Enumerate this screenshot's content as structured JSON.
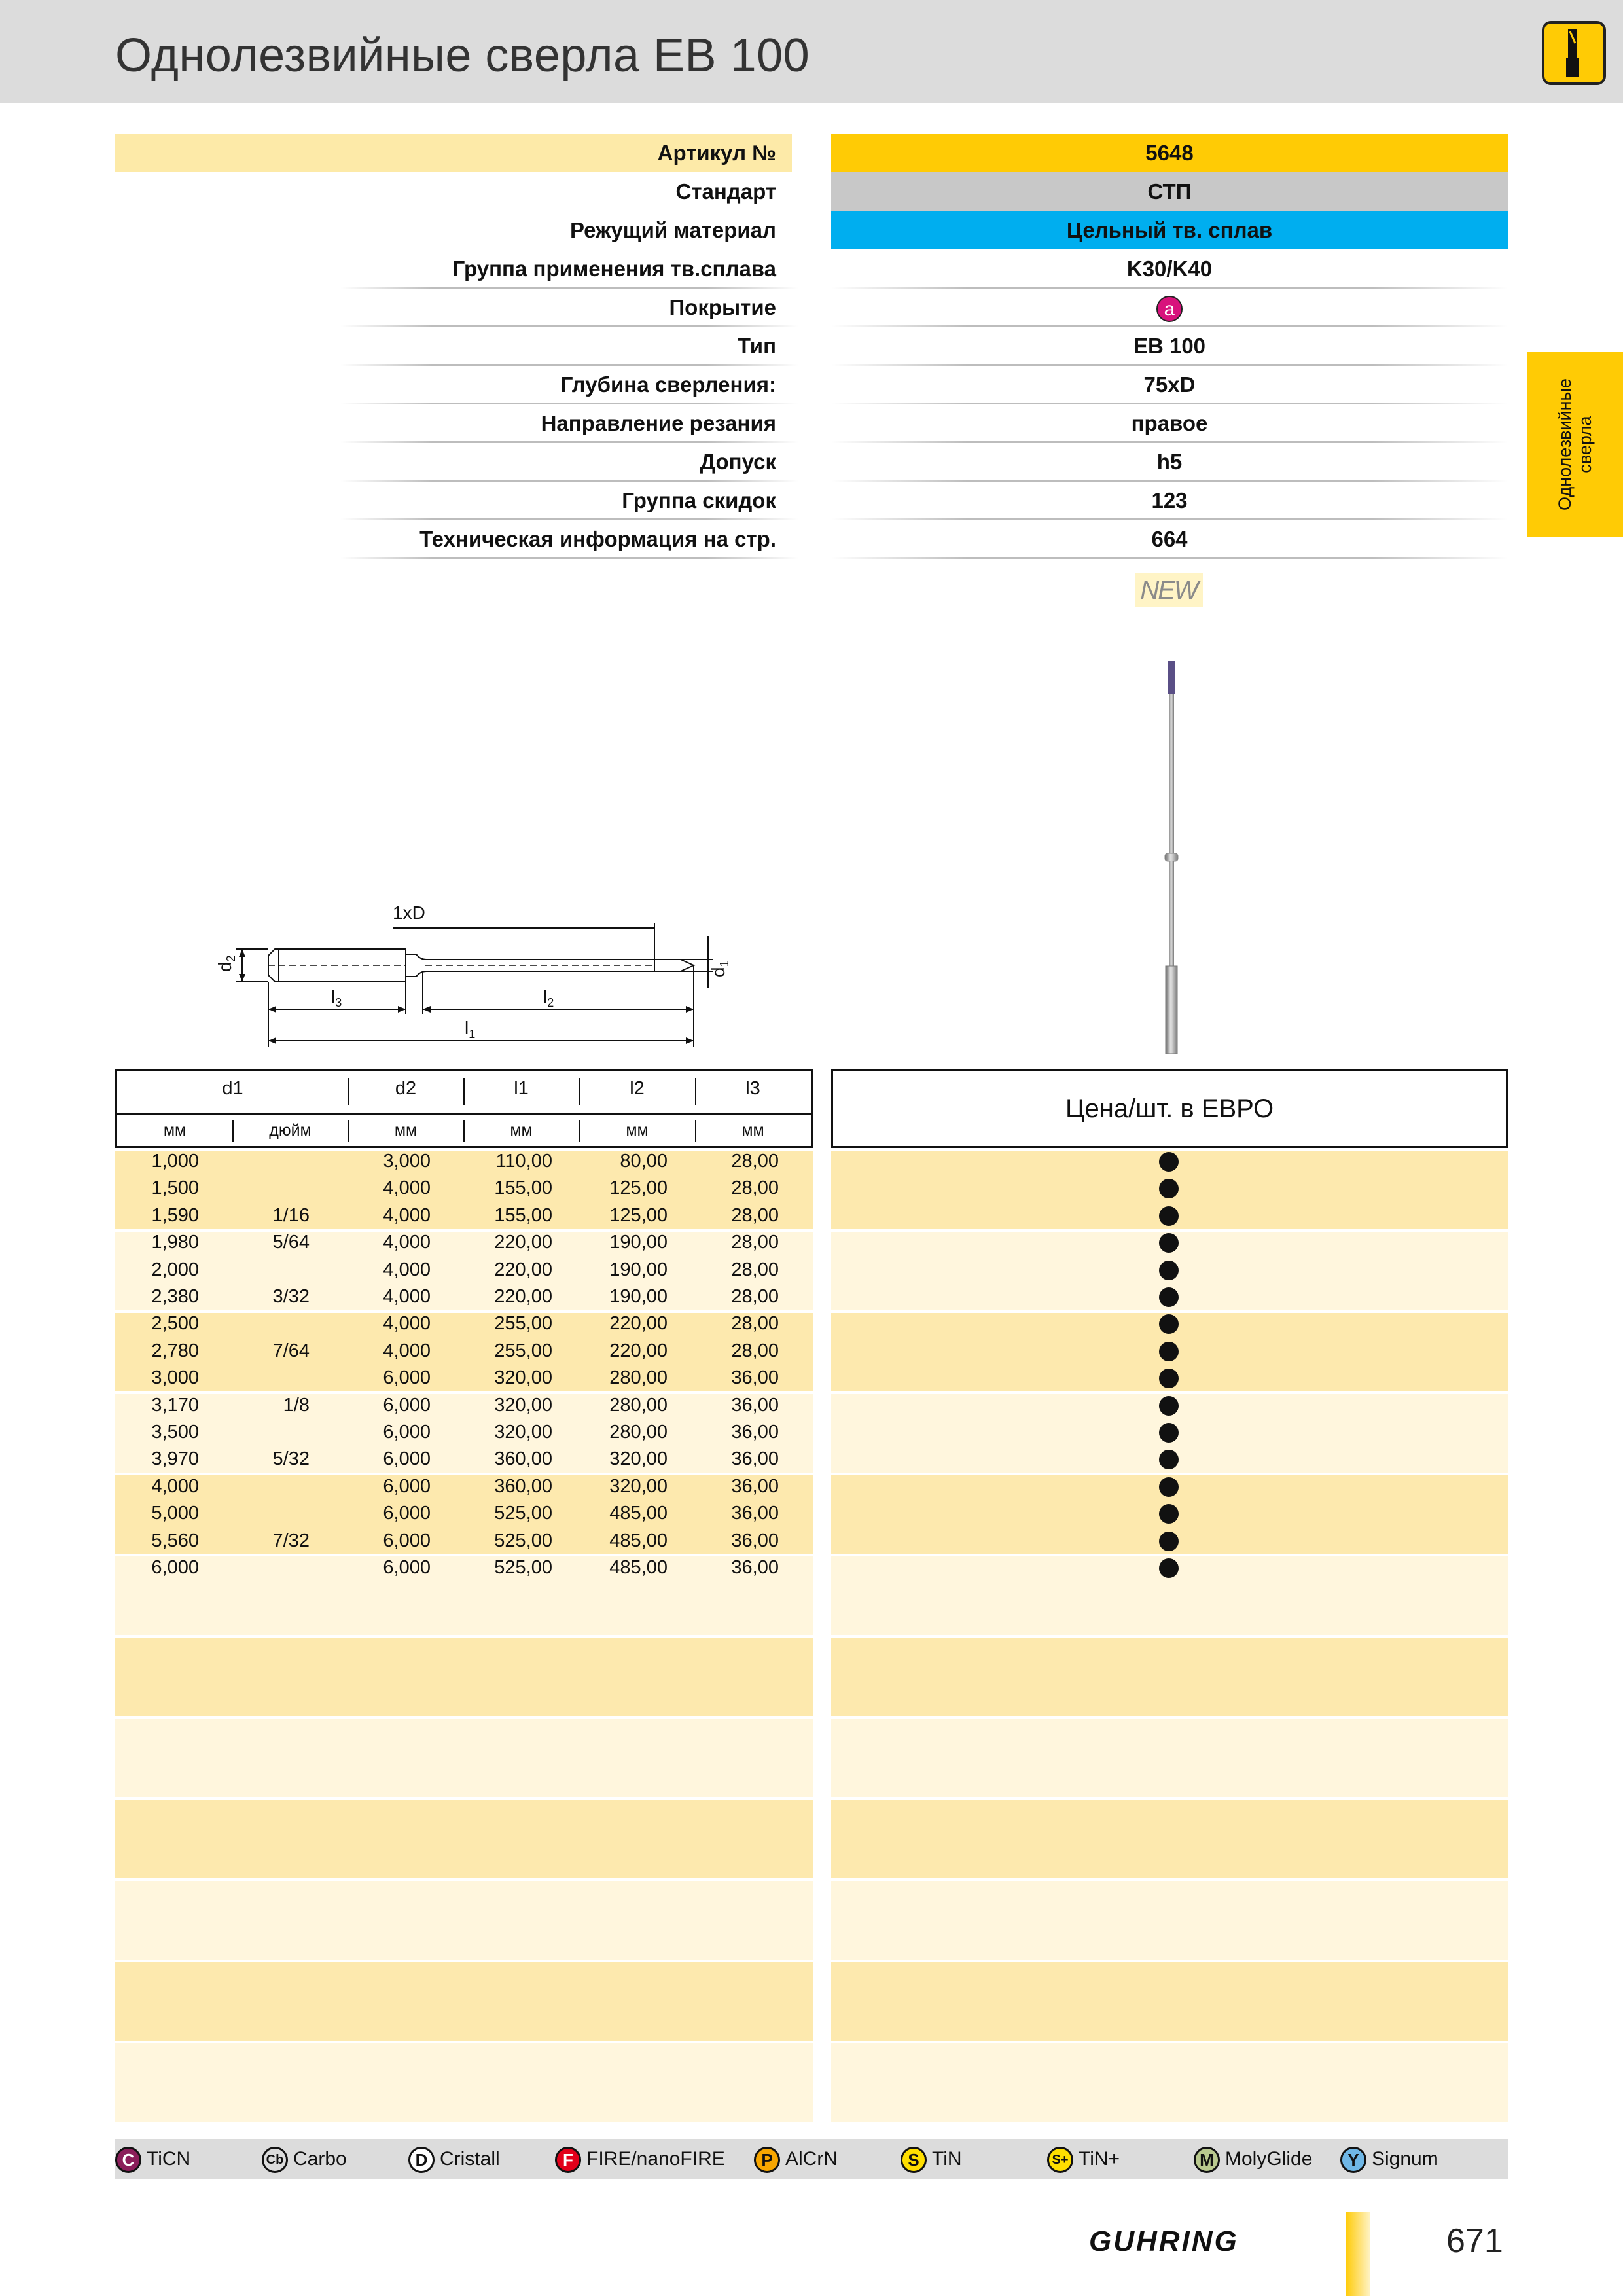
{
  "header": {
    "title": "Однолезвийные сверла ЕВ 100",
    "corner_icon": "drill-category-icon"
  },
  "side_tab": {
    "line1": "Однолезвийные",
    "line2": "сверла"
  },
  "specs": [
    {
      "label": "Артикул №",
      "value": "5648",
      "label_bg": "#fdeaa8",
      "value_bg": "#ffcb05"
    },
    {
      "label": "Стандарт",
      "value": "СТП",
      "label_bg": "",
      "value_bg": "#c8c8c8"
    },
    {
      "label": "Режущий материал",
      "value": "Цельный тв. сплав",
      "label_bg": "",
      "value_bg": "#00aeef"
    },
    {
      "label": "Группа применения тв.сплава",
      "value": "K30/K40",
      "label_bg": "",
      "value_bg": ""
    },
    {
      "label": "Покрытие",
      "value": "a",
      "label_bg": "",
      "value_bg": "",
      "badge": true
    },
    {
      "label": "Тип",
      "value": "EB 100",
      "label_bg": "",
      "value_bg": ""
    },
    {
      "label": "Глубина сверления:",
      "value": "75xD",
      "label_bg": "",
      "value_bg": ""
    },
    {
      "label": "Направление резания",
      "value": "правое",
      "label_bg": "",
      "value_bg": ""
    },
    {
      "label": "Допуск",
      "value": "h5",
      "label_bg": "",
      "value_bg": ""
    },
    {
      "label": "Группа скидок",
      "value": "123",
      "label_bg": "",
      "value_bg": ""
    },
    {
      "label": "Техническая информация на стр.",
      "value": "664",
      "label_bg": "",
      "value_bg": ""
    }
  ],
  "new_badge": "NEW",
  "drawing": {
    "d1": "d",
    "d1_sub": "1",
    "d2": "d",
    "d2_sub": "2",
    "l1": "l",
    "l1_sub": "1",
    "l2": "l",
    "l2_sub": "2",
    "l3": "l",
    "l3_sub": "3",
    "depth": "1xD"
  },
  "table": {
    "headers": [
      "d1",
      "d2",
      "l1",
      "l2",
      "l3"
    ],
    "units": [
      "мм",
      "дюйм",
      "мм",
      "мм",
      "мм",
      "мм"
    ],
    "price_header": "Цена/шт. в ЕВРО",
    "rows": [
      [
        "1,000",
        "",
        "3,000",
        "110,00",
        "80,00",
        "28,00"
      ],
      [
        "1,500",
        "",
        "4,000",
        "155,00",
        "125,00",
        "28,00"
      ],
      [
        "1,590",
        "1/16",
        "4,000",
        "155,00",
        "125,00",
        "28,00"
      ],
      [
        "1,980",
        "5/64",
        "4,000",
        "220,00",
        "190,00",
        "28,00"
      ],
      [
        "2,000",
        "",
        "4,000",
        "220,00",
        "190,00",
        "28,00"
      ],
      [
        "2,380",
        "3/32",
        "4,000",
        "220,00",
        "190,00",
        "28,00"
      ],
      [
        "2,500",
        "",
        "4,000",
        "255,00",
        "220,00",
        "28,00"
      ],
      [
        "2,780",
        "7/64",
        "4,000",
        "255,00",
        "220,00",
        "28,00"
      ],
      [
        "3,000",
        "",
        "6,000",
        "320,00",
        "280,00",
        "36,00"
      ],
      [
        "3,170",
        "1/8",
        "6,000",
        "320,00",
        "280,00",
        "36,00"
      ],
      [
        "3,500",
        "",
        "6,000",
        "320,00",
        "280,00",
        "36,00"
      ],
      [
        "3,970",
        "5/32",
        "6,000",
        "360,00",
        "320,00",
        "36,00"
      ],
      [
        "4,000",
        "",
        "6,000",
        "360,00",
        "320,00",
        "36,00"
      ],
      [
        "5,000",
        "",
        "6,000",
        "525,00",
        "485,00",
        "36,00"
      ],
      [
        "5,560",
        "7/32",
        "6,000",
        "525,00",
        "485,00",
        "36,00"
      ],
      [
        "6,000",
        "",
        "6,000",
        "525,00",
        "485,00",
        "36,00"
      ]
    ],
    "availability_icon": "filled-dot-icon"
  },
  "legend": [
    {
      "code": "C",
      "label": "TiCN",
      "color": "#8b1e5a",
      "text_color": "#ffffff"
    },
    {
      "code": "Cb",
      "label": "Carbo",
      "color": "#dcdcdc",
      "text_color": "#111111"
    },
    {
      "code": "D",
      "label": "Cristall",
      "color": "#ffffff",
      "text_color": "#111111"
    },
    {
      "code": "F",
      "label": "FIRE/nanoFIRE",
      "color": "#e2001a",
      "text_color": "#ffffff"
    },
    {
      "code": "P",
      "label": "AlCrN",
      "color": "#f7a600",
      "text_color": "#111111"
    },
    {
      "code": "S",
      "label": "TiN",
      "color": "#ffde00",
      "text_color": "#111111"
    },
    {
      "code": "S+",
      "label": "TiN+",
      "color": "#ffde00",
      "text_color": "#111111"
    },
    {
      "code": "M",
      "label": "MolyGlide",
      "color": "#b9c98e",
      "text_color": "#111111"
    },
    {
      "code": "Y",
      "label": "Signum",
      "color": "#6fb7e6",
      "text_color": "#111111"
    }
  ],
  "footer": {
    "brand": "GUHRING",
    "page_number": "671"
  }
}
